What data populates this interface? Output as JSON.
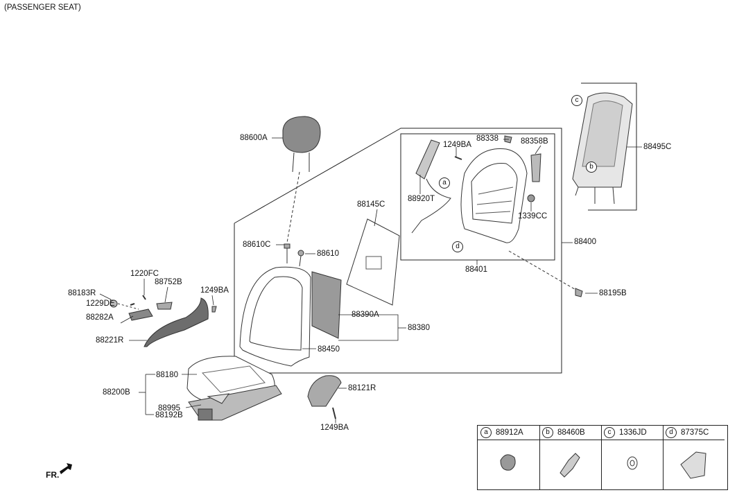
{
  "title": "(PASSENGER SEAT)",
  "front_label": "FR.",
  "labels": {
    "p88600A": "88600A",
    "p88610C": "88610C",
    "p88610": "88610",
    "p88145C": "88145C",
    "p1249BA_top": "1249BA",
    "p88338": "88338",
    "p88358B": "88358B",
    "p88920T": "88920T",
    "p1339CC": "1339CC",
    "p88401": "88401",
    "p88400": "88400",
    "p88495C": "88495C",
    "p88195B": "88195B",
    "p88390A": "88390A",
    "p88380": "88380",
    "p88450": "88450",
    "p1220FC": "1220FC",
    "p88752B": "88752B",
    "p1249BA_left": "1249BA",
    "p88183R": "88183R",
    "p1229DE": "1229DE",
    "p88282A": "88282A",
    "p88221R": "88221R",
    "p88180": "88180",
    "p88200B": "88200B",
    "p88995": "88995",
    "p88192B": "88192B",
    "p88121R": "88121R",
    "p1249BA_bottom": "1249BA"
  },
  "callouts": {
    "a": "a",
    "b": "b",
    "c": "c",
    "d": "d"
  },
  "legend": [
    {
      "letter": "a",
      "part": "88912A"
    },
    {
      "letter": "b",
      "part": "88460B"
    },
    {
      "letter": "c",
      "part": "1336JD"
    },
    {
      "letter": "d",
      "part": "87375C"
    }
  ]
}
